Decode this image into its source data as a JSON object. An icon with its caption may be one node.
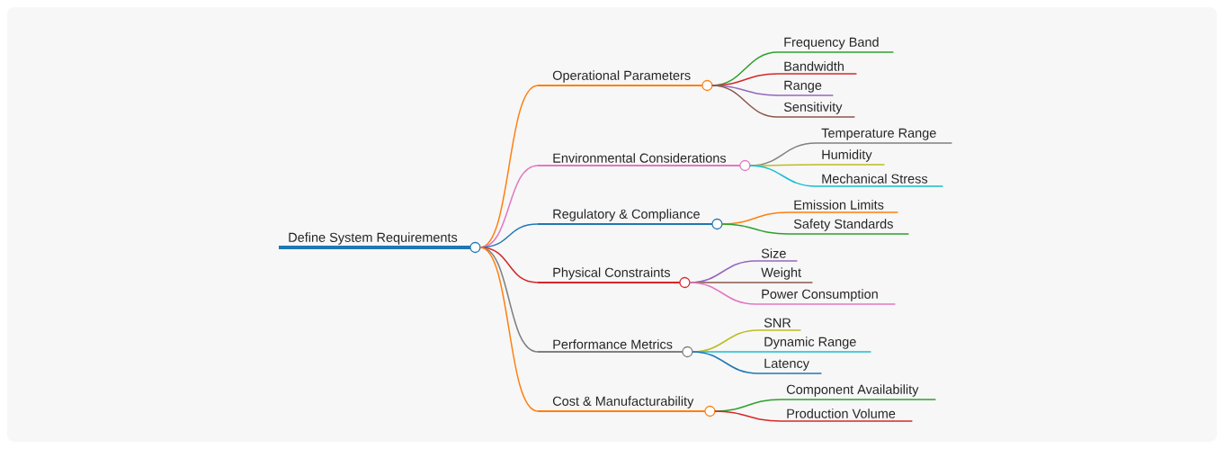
{
  "diagram": {
    "nodes": [
      {
        "text": [
          "Define System Requirements"
        ]
      },
      {
        "text": [
          "Operational Parameters"
        ]
      },
      {
        "text": [
          "Environmental Considerations"
        ]
      },
      {
        "text": [
          "Regulatory & Compliance"
        ]
      },
      {
        "text": [
          "Physical Constraints"
        ]
      },
      {
        "text": [
          "Performance Metrics"
        ]
      },
      {
        "text": [
          "Cost & Manufacturability"
        ]
      },
      {
        "text": [
          "Frequency Band"
        ]
      },
      {
        "text": [
          "Bandwidth"
        ]
      },
      {
        "text": [
          "Range"
        ]
      },
      {
        "text": [
          "Sensitivity"
        ]
      },
      {
        "text": [
          "Temperature Range"
        ]
      },
      {
        "text": [
          "Humidity"
        ]
      },
      {
        "text": [
          "Mechanical Stress"
        ]
      },
      {
        "text": [
          "Emission Limits"
        ]
      },
      {
        "text": [
          "Safety Standards"
        ]
      },
      {
        "text": [
          "Size"
        ]
      },
      {
        "text": [
          "Weight"
        ]
      },
      {
        "text": [
          "Power Consumption"
        ]
      },
      {
        "text": [
          "SNR"
        ]
      },
      {
        "text": [
          "Dynamic Range"
        ]
      },
      {
        "text": [
          "Latency"
        ]
      },
      {
        "text": [
          "Component Availability"
        ]
      },
      {
        "text": [
          "Production Volume"
        ]
      }
    ],
    "edges": [
      {
        "from": 0,
        "to": 1,
        "arrow": "none",
        "color": "#ff7f0e"
      },
      {
        "from": 0,
        "to": 2,
        "arrow": "none",
        "color": "#e377c2"
      },
      {
        "from": 0,
        "to": 3,
        "arrow": "none",
        "color": "#1f77b4"
      },
      {
        "from": 0,
        "to": 4,
        "arrow": "none",
        "color": "#d62728"
      },
      {
        "from": 0,
        "to": 5,
        "arrow": "none",
        "color": "#7f7f7f"
      },
      {
        "from": 0,
        "to": 6,
        "arrow": "none",
        "color": "#ff7f0e"
      },
      {
        "from": 1,
        "to": 7,
        "arrow": "none",
        "color": "#2ca02c"
      },
      {
        "from": 1,
        "to": 8,
        "arrow": "none",
        "color": "#d62728"
      },
      {
        "from": 1,
        "to": 9,
        "arrow": "none",
        "color": "#9467bd"
      },
      {
        "from": 1,
        "to": 10,
        "arrow": "none",
        "color": "#8c564b"
      },
      {
        "from": 2,
        "to": 11,
        "arrow": "none",
        "color": "#7f7f7f"
      },
      {
        "from": 2,
        "to": 12,
        "arrow": "none",
        "color": "#bcbd22"
      },
      {
        "from": 2,
        "to": 13,
        "arrow": "none",
        "color": "#17becf"
      },
      {
        "from": 3,
        "to": 14,
        "arrow": "none",
        "color": "#ff7f0e"
      },
      {
        "from": 3,
        "to": 15,
        "arrow": "none",
        "color": "#2ca02c"
      },
      {
        "from": 4,
        "to": 16,
        "arrow": "none",
        "color": "#9467bd"
      },
      {
        "from": 4,
        "to": 17,
        "arrow": "none",
        "color": "#8c564b"
      },
      {
        "from": 4,
        "to": 18,
        "arrow": "none",
        "color": "#e377c2"
      },
      {
        "from": 5,
        "to": 19,
        "arrow": "none",
        "color": "#bcbd22"
      },
      {
        "from": 5,
        "to": 20,
        "arrow": "none",
        "color": "#17becf"
      },
      {
        "from": 5,
        "to": 21,
        "arrow": "none",
        "color": "#1f77b4"
      },
      {
        "from": 6,
        "to": 22,
        "arrow": "none",
        "color": "#2ca02c"
      },
      {
        "from": 6,
        "to": 23,
        "arrow": "none",
        "color": "#d62728"
      }
    ]
  }
}
